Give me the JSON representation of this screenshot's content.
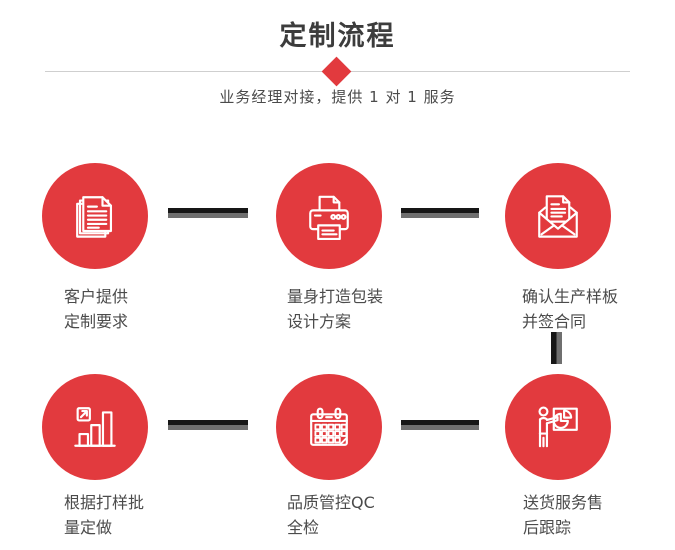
{
  "header": {
    "title": "定制流程",
    "subtitle": "业务经理对接，提供 1 对 1 服务"
  },
  "steps": [
    {
      "icon": "documents-icon",
      "line1": "客户提供",
      "line2": "定制要求"
    },
    {
      "icon": "printer-icon",
      "line1": "量身打造包装",
      "line2": "设计方案"
    },
    {
      "icon": "envelope-icon",
      "line1": "确认生产样板",
      "line2": "并签合同"
    },
    {
      "icon": "bar-chart-icon",
      "line1": "根据打样批",
      "line2": "量定做"
    },
    {
      "icon": "calendar-icon",
      "line1": "品质管控QC",
      "line2": "全检"
    },
    {
      "icon": "presentation-icon",
      "line1": "送货服务售",
      "line2": "后跟踪"
    }
  ],
  "colors": {
    "accent": "#e23a3e",
    "connector_dark": "#161616",
    "connector_gray": "#6f6f6f",
    "divider": "#cfcfcf",
    "title_text": "#3c3c3c",
    "body_text": "#4b4b4b"
  }
}
